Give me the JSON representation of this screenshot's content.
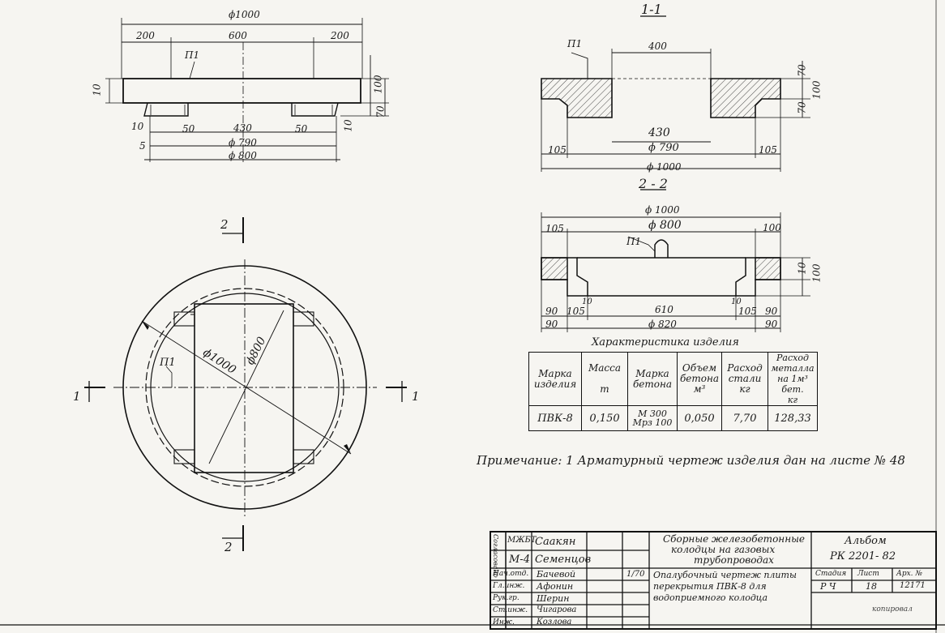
{
  "plan_view": {
    "dims": {
      "d1000": "ϕ1000",
      "d200a": "200",
      "d600": "600",
      "d200b": "200",
      "p1": "П1",
      "d10": "10",
      "d100": "100",
      "d70": "70",
      "d10b": "10",
      "d50a": "50",
      "d430": "430",
      "d50b": "50",
      "d10c": "10",
      "d5": "5",
      "d790": "ϕ 790",
      "d800": "ϕ 800"
    }
  },
  "section_1_1": {
    "title": "1-1",
    "dims": {
      "p1": "П1",
      "d400": "400",
      "d70a": "70",
      "d70b": "70",
      "d100": "100",
      "d430": "430",
      "d105a": "105",
      "d790": "ϕ 790",
      "d105b": "105",
      "d1000": "ϕ 1000"
    }
  },
  "section_2_2": {
    "title": "2 - 2",
    "dims": {
      "d1000": "ϕ 1000",
      "d105": "105",
      "d800": "ϕ 800",
      "d100a": "100",
      "p1": "П1",
      "d10": "10",
      "d100b": "100",
      "d90a": "90",
      "d105b": "105",
      "d10b": "10",
      "d610": "610",
      "d10c": "10",
      "d105c": "105",
      "d90b": "90",
      "d90c": "90",
      "d820": "ϕ 820",
      "d90d": "90"
    }
  },
  "top_view": {
    "cut2_top": "2",
    "cut2_bottom": "2",
    "cut1_left": "1",
    "cut1_right": "1",
    "d1000": "ϕ1000",
    "d800": "ϕ800",
    "p1": "П1"
  },
  "characteristics": {
    "title": "Характеристика   изделия",
    "headers": [
      [
        "Марка",
        "изделия"
      ],
      [
        "Масса",
        "т"
      ],
      [
        "Марка",
        "бетона"
      ],
      [
        "Объем",
        "бетона",
        "м³"
      ],
      [
        "Расход",
        "стали",
        "кг"
      ],
      [
        "Расход",
        "металла",
        "на 1м³ бет.",
        "кг"
      ]
    ],
    "row": [
      "ПВК-8",
      "0,150",
      "М 300",
      "Мрз 100",
      "0,050",
      "7,70",
      "128,33"
    ]
  },
  "note": "Примечание: 1 Арматурный чертеж изделия   дан   на листе № 48",
  "stamp": {
    "r1": [
      "МЖБТ",
      "Саакян"
    ],
    "r2": [
      "М-4",
      "Семенцов"
    ],
    "r3": [
      "Нач.отд.",
      "Бачевой"
    ],
    "r4": [
      "Гл.инж.",
      "Афонин"
    ],
    "r5": [
      "Рук.гр.",
      "Шерин"
    ],
    "r6": [
      "Ст.инж.",
      "Чигарова"
    ],
    "r7": [
      "Инж.",
      "Козлова"
    ],
    "side": "Согласовано",
    "date": "1/70",
    "title1": "Сборные железобетонные",
    "title2": "колодцы на газовых",
    "title3": "трубопроводах",
    "album1": "Альбом",
    "album2": "РК 2201- 82",
    "sheet_title1": "Опалубочный чертеж плиты",
    "sheet_title2": "перекрытия ПВК-8 для",
    "sheet_title3": "водоприемного колодца",
    "stage_h": "Стадия",
    "sheet_h": "Лист",
    "sheets_h": "Арх. №",
    "stage_v": "Р Ч",
    "sheet_v": "18",
    "sheets_v": "12171",
    "footer": "копировал"
  }
}
